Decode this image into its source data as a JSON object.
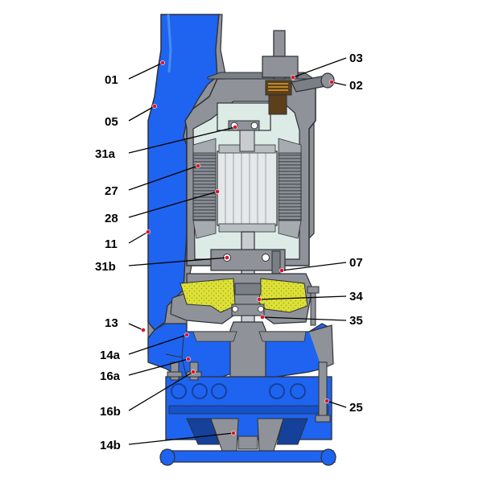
{
  "diagram": {
    "colors": {
      "water": "#1e64f0",
      "casing": "#8f9399",
      "casing_dark": "#4d5157",
      "motor_space": "#dcebe6",
      "oil": "#dde036",
      "winding": "#6d7379",
      "outline": "#2e3136",
      "marker": "#e0102a",
      "background": "#ffffff"
    },
    "labels": {
      "l01": "01",
      "l02": "02",
      "l03": "03",
      "l05": "05",
      "l07": "07",
      "l11": "11",
      "l13": "13",
      "l14a": "14a",
      "l14b": "14b",
      "l16a": "16a",
      "l16b": "16b",
      "l25": "25",
      "l27": "27",
      "l28": "28",
      "l31a": "31a",
      "l31b": "31b",
      "l34": "34",
      "l35": "35"
    }
  }
}
